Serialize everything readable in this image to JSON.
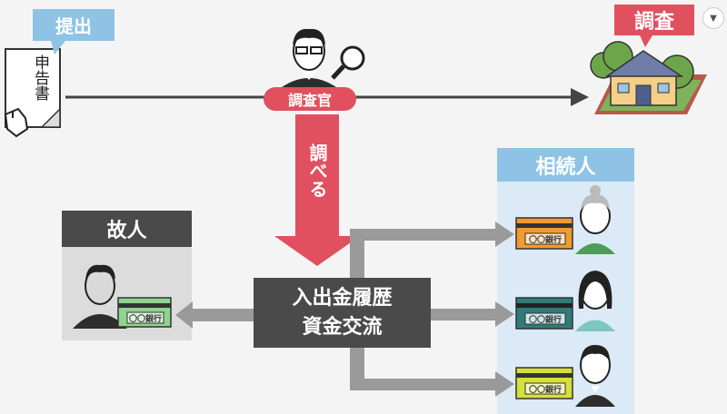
{
  "labels": {
    "submit": "提出",
    "document": "申告書",
    "investigator": "調査官",
    "examine": "調べる",
    "investigation": "調査",
    "heirs": "相続人",
    "deceased": "故人",
    "transactions_line1": "入出金履歴",
    "transactions_line2": "資金交流",
    "bank_card": "〇〇銀行"
  },
  "icons": {
    "dropdown": "chevron-down-icon"
  },
  "colors": {
    "accent_red": "#e0505f",
    "blue_label": "#8ec3e6",
    "dark_box": "#4a4a4a",
    "heirs_bg": "#dbeaf6",
    "deceased_bg": "#dcdcdc",
    "card_orange": "#f39a2e",
    "card_teal": "#2f7b7a",
    "card_yellow": "#d7df3a",
    "card_green": "#8fd48f"
  }
}
